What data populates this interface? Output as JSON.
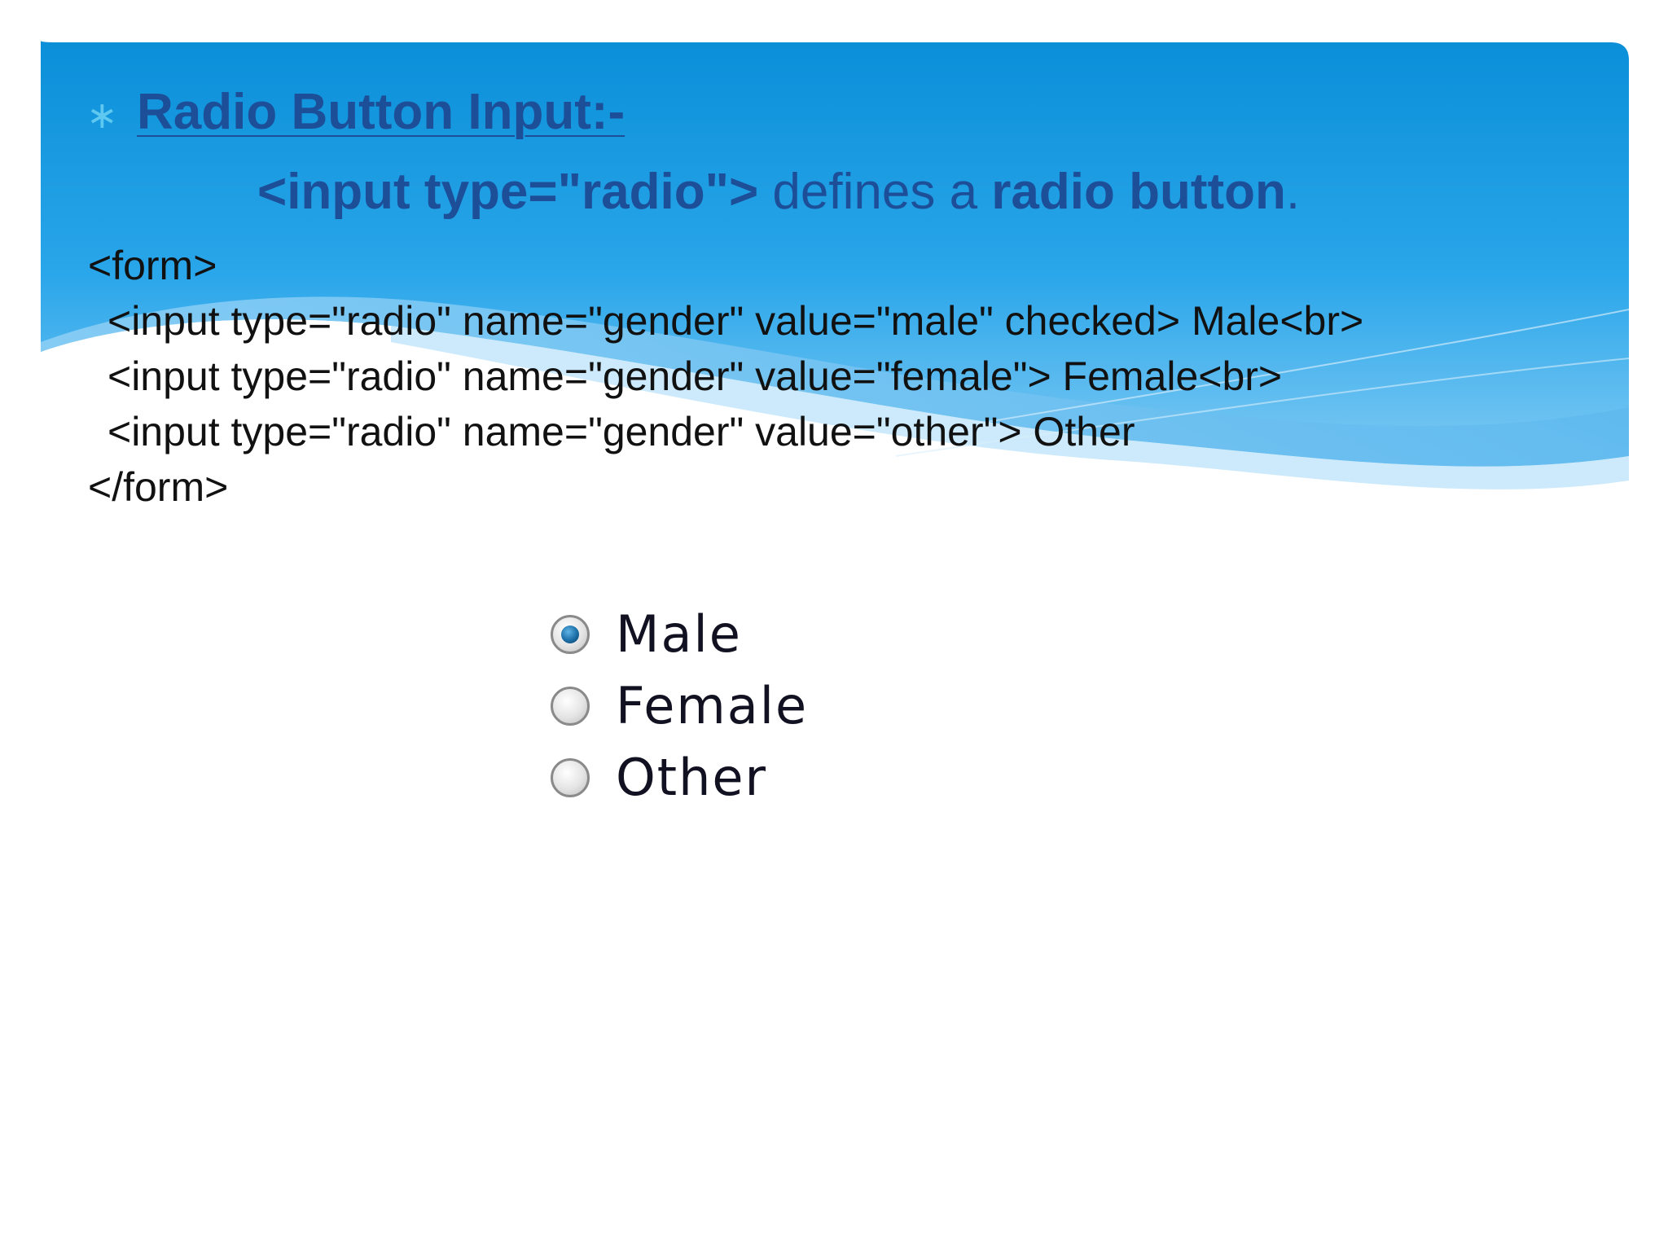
{
  "slide": {
    "bullet": "∗",
    "title": "Radio Button Input:-",
    "subtitle": {
      "code_part": "<input type=\"radio\">",
      "middle_part": " defines a ",
      "bold_part": "radio button",
      "end_part": "."
    },
    "code_lines": [
      "<form>",
      "<input type=\"radio\" name=\"gender\" value=\"male\" checked> Male<br>",
      "<input type=\"radio\" name=\"gender\" value=\"female\"> Female<br>",
      "<input type=\"radio\" name=\"gender\" value=\"other\"> Other",
      "</form>"
    ]
  },
  "demo": {
    "options": [
      {
        "label": "Male",
        "checked": true
      },
      {
        "label": "Female",
        "checked": false
      },
      {
        "label": "Other",
        "checked": false
      }
    ]
  },
  "colors": {
    "title": "#1d4e98",
    "banner_top": "#0a8fd8",
    "banner_mid": "#2aa6ea",
    "banner_light": "#a9dcf8",
    "bullet": "#5ec8f0"
  }
}
